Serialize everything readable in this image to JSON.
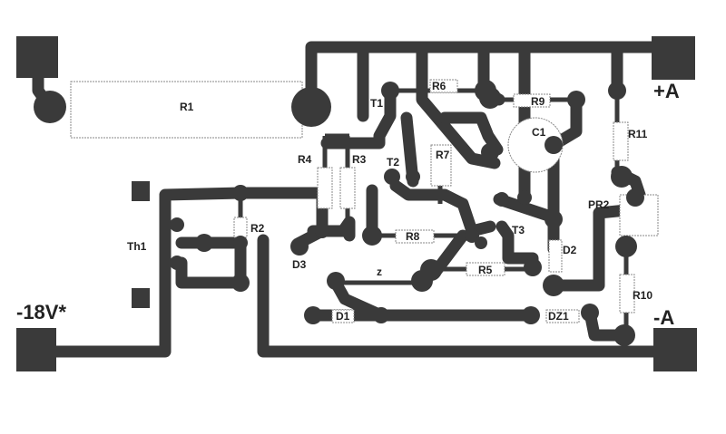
{
  "title": "PCB layout",
  "colors": {
    "copper": "#3a3a3a",
    "background": "#ffffff"
  },
  "terminals": {
    "plus_a": "+A",
    "minus_a": "-A",
    "input": "-18V*"
  },
  "components": {
    "R1": "R1",
    "R2": "R2",
    "R3": "R3",
    "R4": "R4",
    "R5": "R5",
    "R6": "R6",
    "R7": "R7",
    "R8": "R8",
    "R9": "R9",
    "R10": "R10",
    "R11": "R11",
    "PR2": "PR2",
    "T1": "T1",
    "T2": "T2",
    "T3": "T3",
    "C1": "C1",
    "D1": "D1",
    "D2": "D2",
    "D3": "D3",
    "DZ1": "DZ1",
    "Th1": "Th1",
    "z": "z"
  }
}
